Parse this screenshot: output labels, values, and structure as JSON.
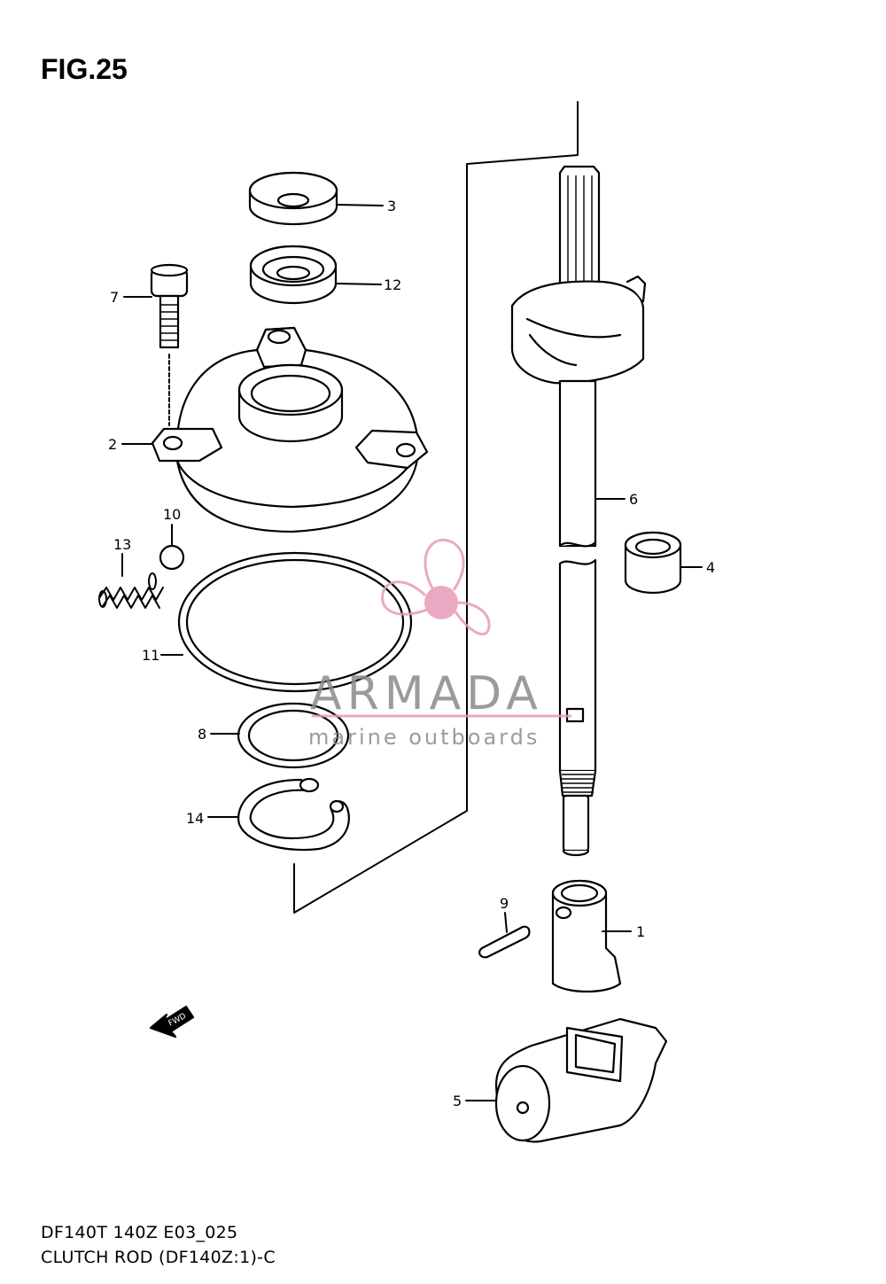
{
  "figure": {
    "title": "FIG.25",
    "code": "DF140T 140Z E03_025",
    "caption": "CLUTCH ROD (DF140Z:1)-C"
  },
  "watermark": {
    "brand": "ARMADA",
    "tagline": "marine outboards",
    "color": "#e89ab8"
  },
  "direction_badge": "FWD",
  "callouts": [
    {
      "id": "1",
      "label": "1"
    },
    {
      "id": "2",
      "label": "2"
    },
    {
      "id": "3",
      "label": "3"
    },
    {
      "id": "4",
      "label": "4"
    },
    {
      "id": "5",
      "label": "5"
    },
    {
      "id": "6",
      "label": "6"
    },
    {
      "id": "7",
      "label": "7"
    },
    {
      "id": "8",
      "label": "8"
    },
    {
      "id": "9",
      "label": "9"
    },
    {
      "id": "10",
      "label": "10"
    },
    {
      "id": "11",
      "label": "11"
    },
    {
      "id": "12",
      "label": "12"
    },
    {
      "id": "13",
      "label": "13"
    },
    {
      "id": "14",
      "label": "14"
    }
  ]
}
